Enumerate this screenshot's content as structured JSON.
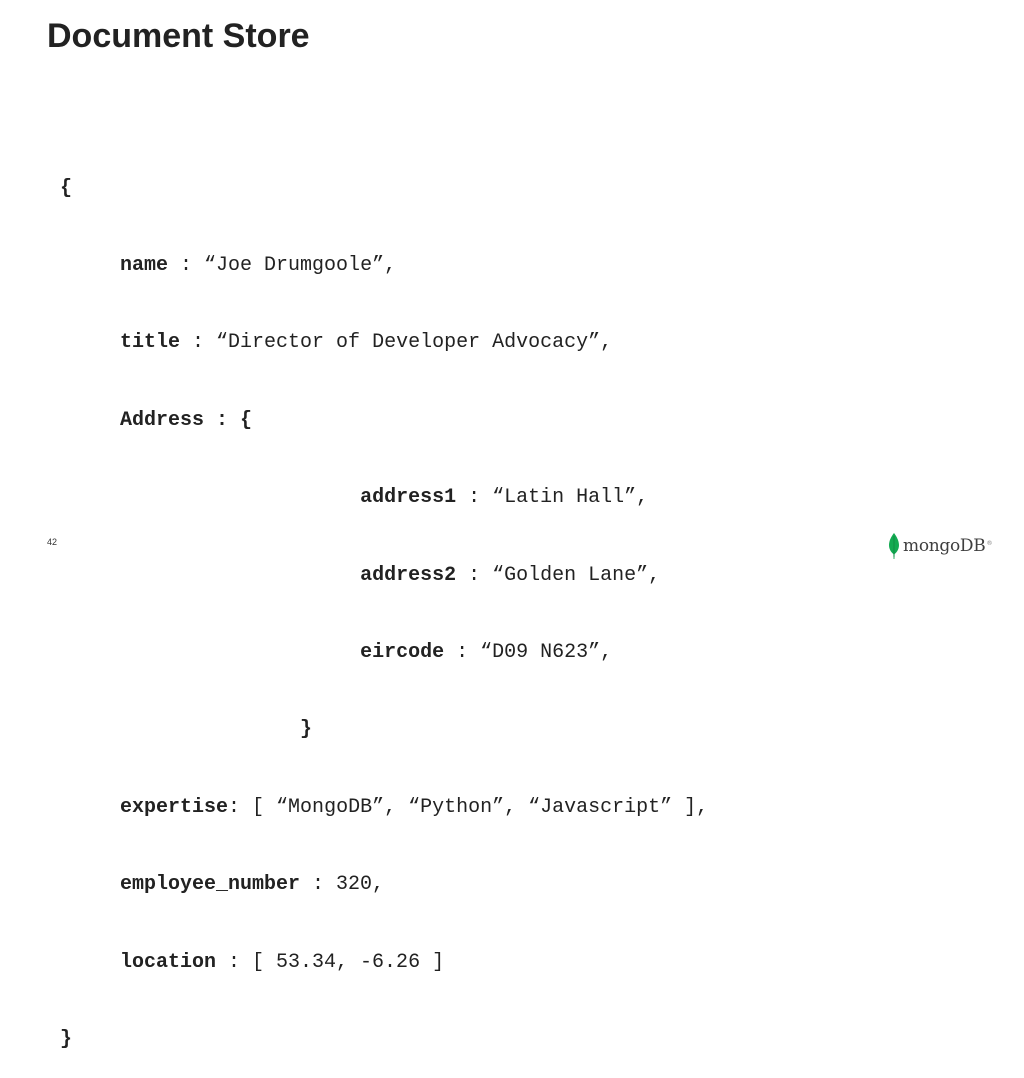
{
  "slide": {
    "title": "Document Store",
    "page_number": "42"
  },
  "document": {
    "open_brace": "{",
    "name_key": "name",
    "name_rest": " : “Joe Drumgoole”,",
    "title_key": "title",
    "title_rest": " : “Director of Developer Advocacy”,",
    "address_key": "Address",
    "address_rest": " : {",
    "address1_key": "address1",
    "address1_rest": " : “Latin Hall”,",
    "address2_key": "address2",
    "address2_rest": " : “Golden Lane”,",
    "eircode_key": "eircode",
    "eircode_rest": " : “D09 N623”,",
    "address_close": "}",
    "expertise_key": "expertise",
    "expertise_rest": ": [ “MongoDB”, “Python”, “Javascript” ],",
    "employee_number_key": "employee_number",
    "employee_number_rest": " : 320,",
    "location_key": "location",
    "location_rest": " : [ 53.34, -6.26 ]",
    "close_brace": "}"
  },
  "logo": {
    "wordmark": "mongoDB",
    "mark": "®",
    "icon": "leaf-icon",
    "leaf_color": "#13aa52"
  }
}
